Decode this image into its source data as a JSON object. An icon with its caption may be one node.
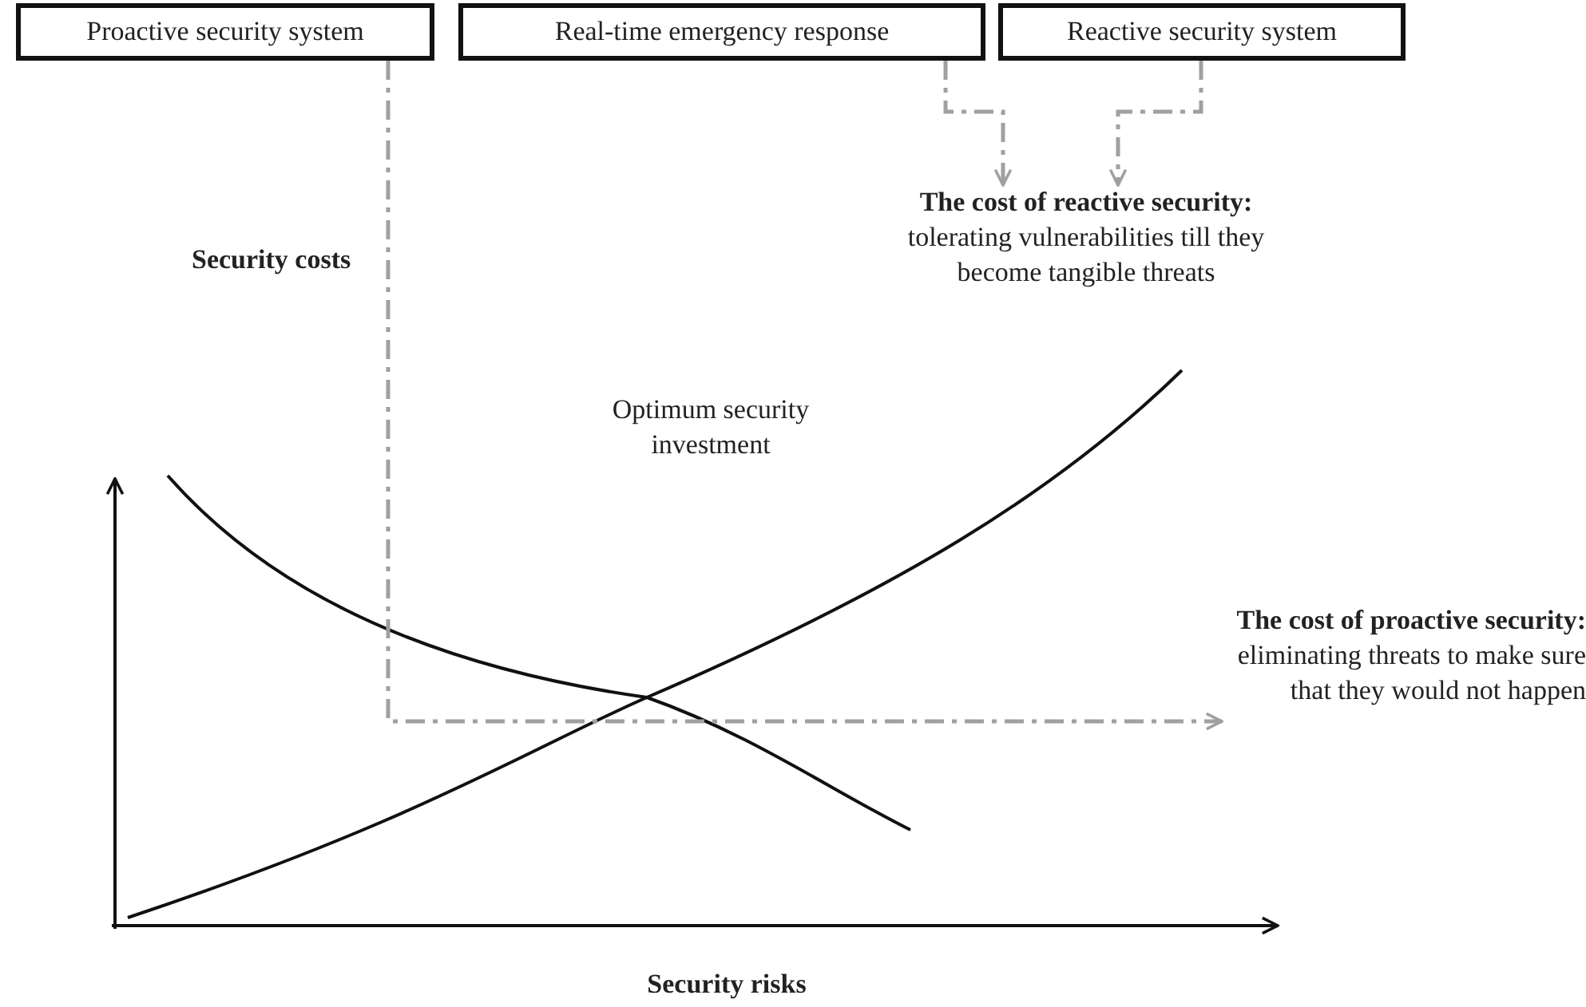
{
  "diagram": {
    "nodes": [
      {
        "text": [
          "Proactive security system"
        ]
      },
      {
        "text": [
          "Real-time emergency response"
        ]
      },
      {
        "text": [
          "Reactive security system"
        ]
      },
      {
        "text": [
          "The cost of reactive security:",
          "tolerating vulnerabilities till they become tangible threats"
        ]
      },
      {
        "text": [
          "The cost of proactive security:",
          "eliminating threats to make sure that they would not happen"
        ]
      }
    ],
    "edges": [
      {
        "from": 0,
        "to": 4,
        "arrow": "to",
        "style": "dashed",
        "color": "#a0a0a0"
      },
      {
        "from": 1,
        "to": 3,
        "arrow": "to",
        "style": "dashed",
        "color": "#a0a0a0"
      },
      {
        "from": 2,
        "to": 3,
        "arrow": "to",
        "style": "dashed",
        "color": "#a0a0a0"
      }
    ],
    "labels": [
      "Security costs",
      "Optimum security investment",
      "Security risks"
    ]
  }
}
